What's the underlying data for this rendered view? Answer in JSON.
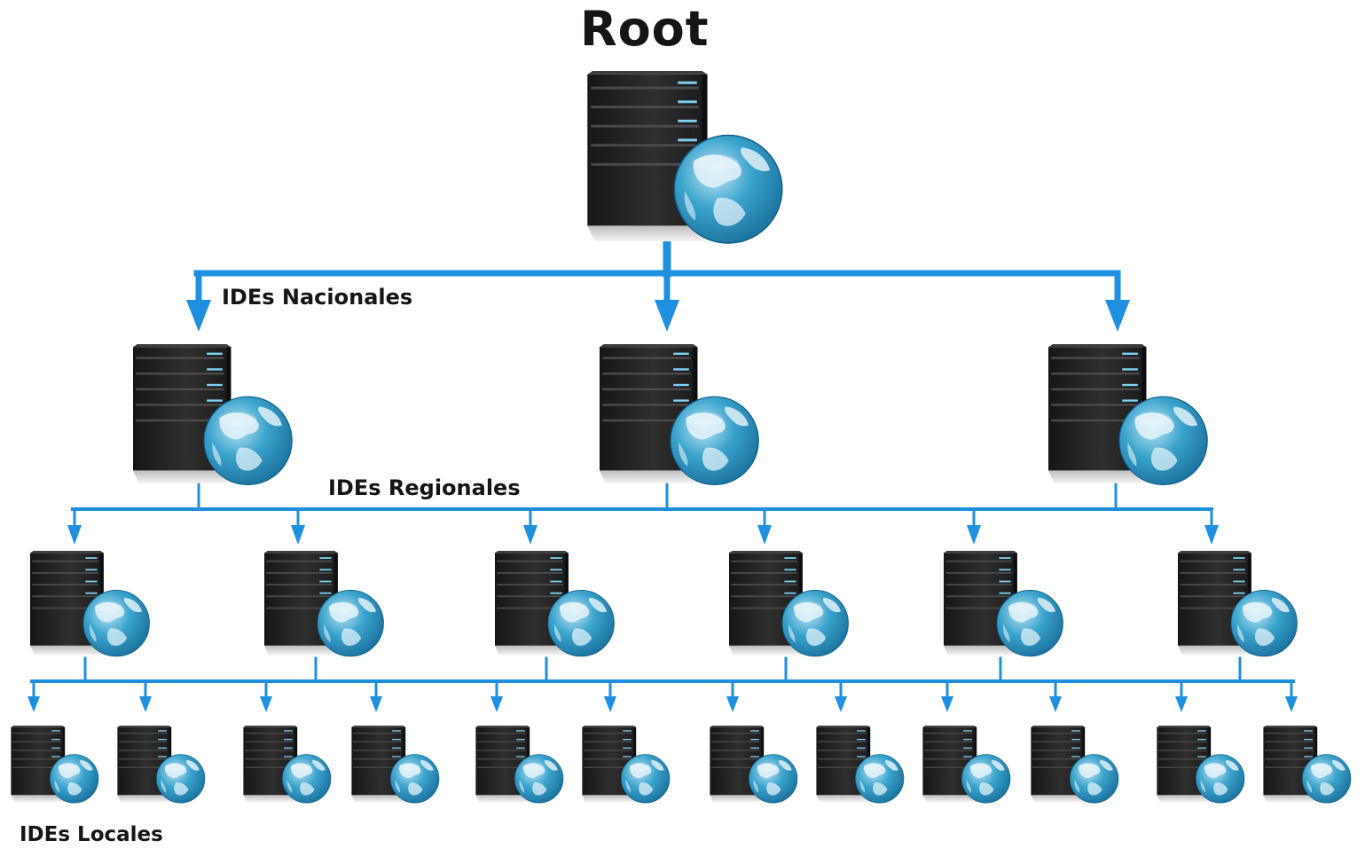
{
  "title": "Root",
  "levels": [
    {
      "label": "IDEs Nacionales"
    },
    {
      "label": "IDEs Regionales"
    },
    {
      "label": "IDEs Locales"
    }
  ],
  "icons": {
    "server": "server-with-globe-icon",
    "arrow": "arrow-down-icon"
  },
  "colors": {
    "connector": "#1f8fe0",
    "server_body": "#262626",
    "globe_ocean": "#2e8fbd",
    "globe_land": "#dff1f8"
  }
}
